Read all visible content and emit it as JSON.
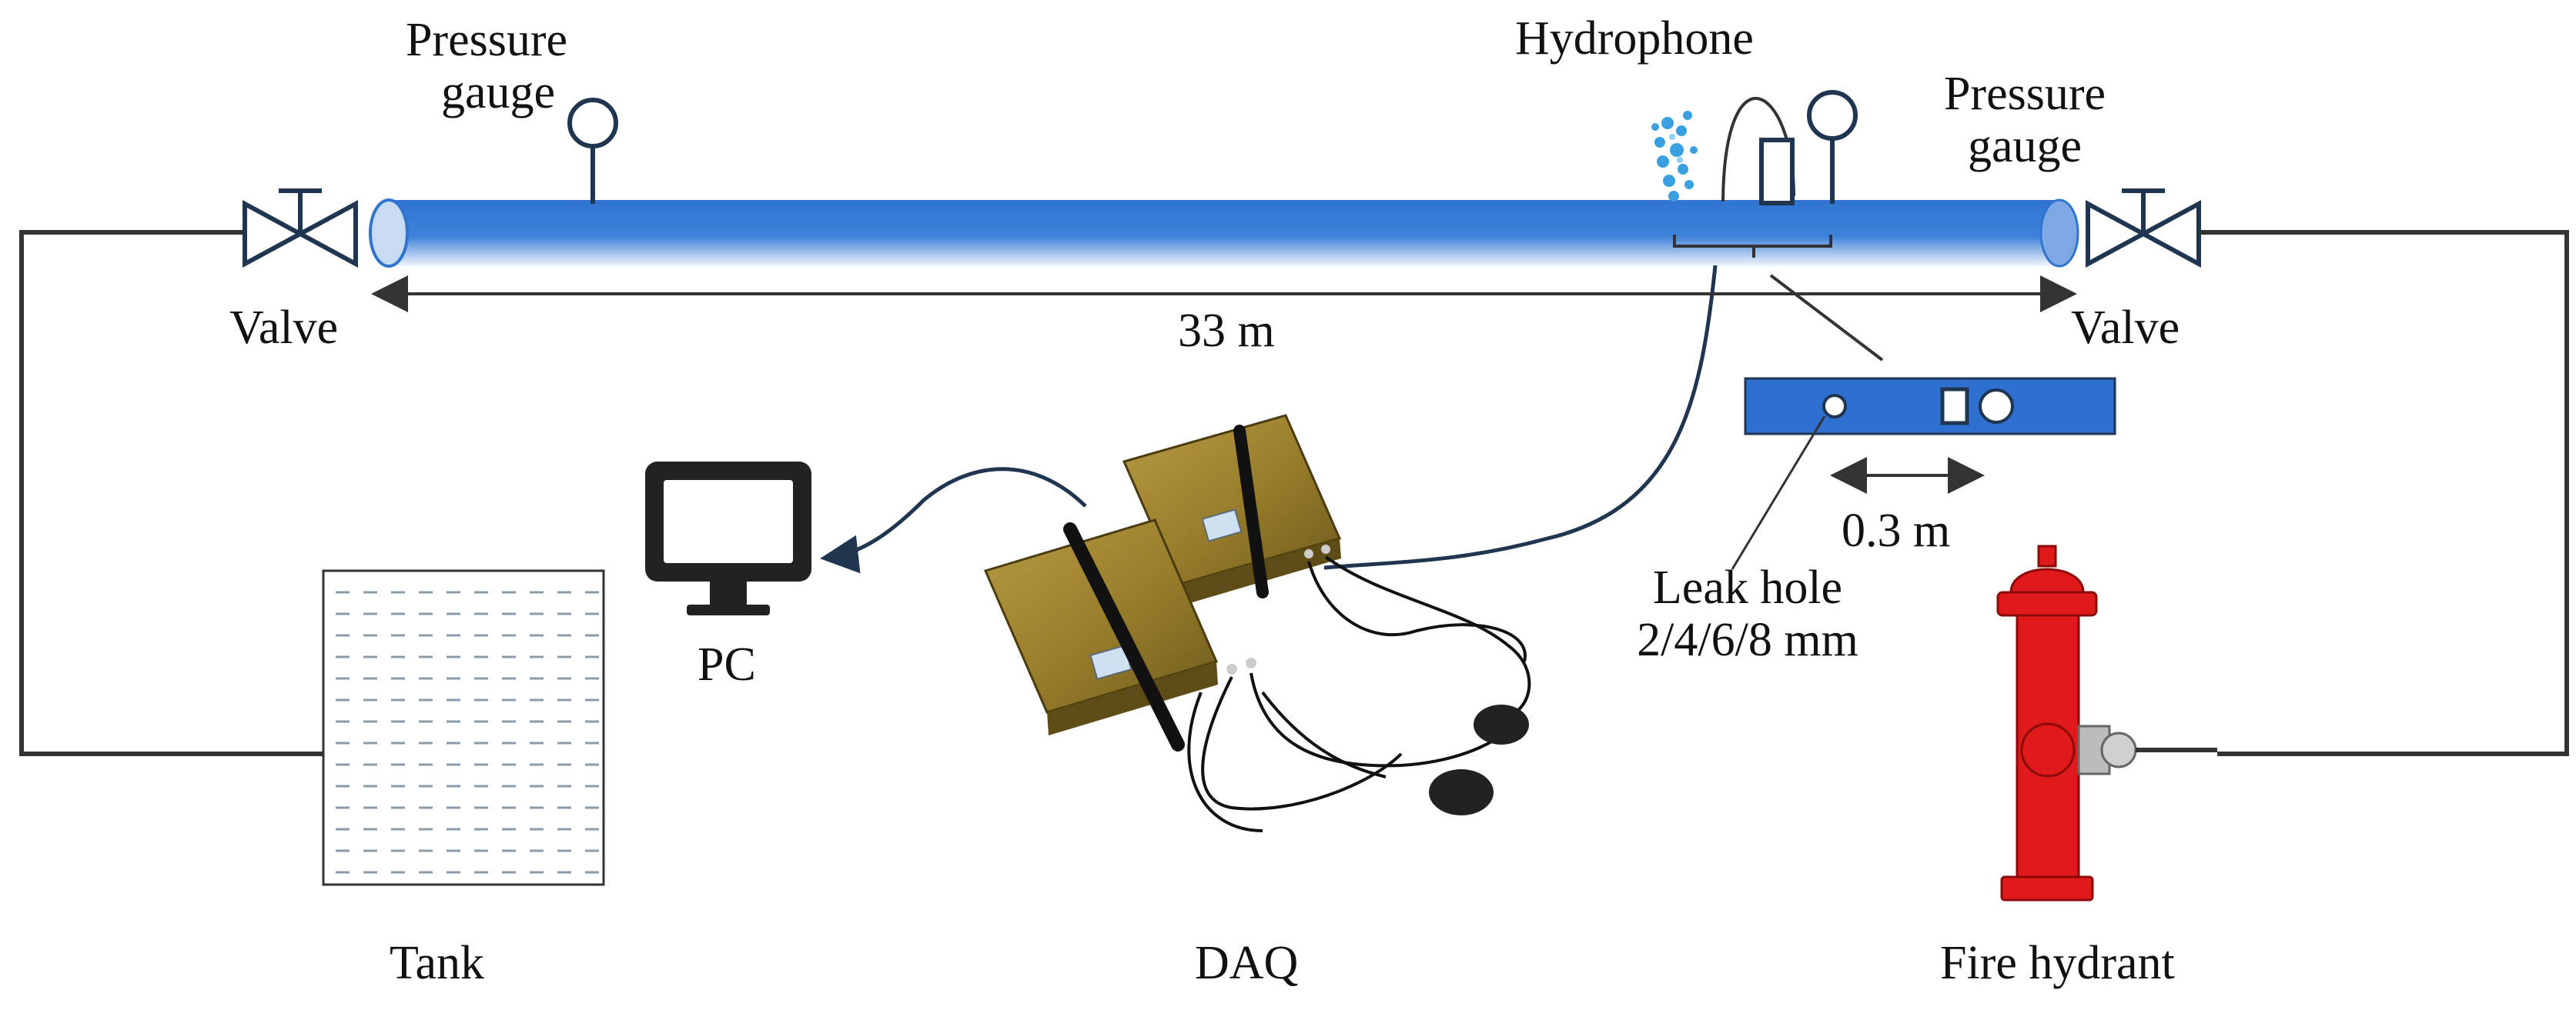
{
  "labels": {
    "pressure_gauge_left": [
      "Pressure",
      "gauge"
    ],
    "pressure_gauge_right": [
      "Pressure",
      "gauge"
    ],
    "hydrophone": "Hydrophone",
    "valve_left": "Valve",
    "valve_right": "Valve",
    "pipe_length": "33 m",
    "sensor_spacing": "0.3 m",
    "leak_hole": [
      "Leak hole",
      "2/4/6/8 mm"
    ],
    "pc": "PC",
    "tank": "Tank",
    "daq": "DAQ",
    "fire_hydrant": "Fire hydrant"
  },
  "colors": {
    "pipe_blue": "#2f74d0",
    "pipe_highlight": "#ffffff",
    "inset_blue": "#2e6fd0",
    "outline_navy": "#1f3550",
    "circuit_line": "#333333",
    "daq_gold": "#9a7f2c",
    "hydrant_red": "#e01a1a",
    "tank_dash": "#8a9aa8",
    "water_spray": "#3aa0e0"
  },
  "icons": [
    "valve-icon",
    "pressure-gauge-icon",
    "hydrophone-icon",
    "monitor-icon",
    "daq-device-icon",
    "fire-hydrant-icon",
    "water-tank-icon",
    "leak-spray-icon"
  ]
}
